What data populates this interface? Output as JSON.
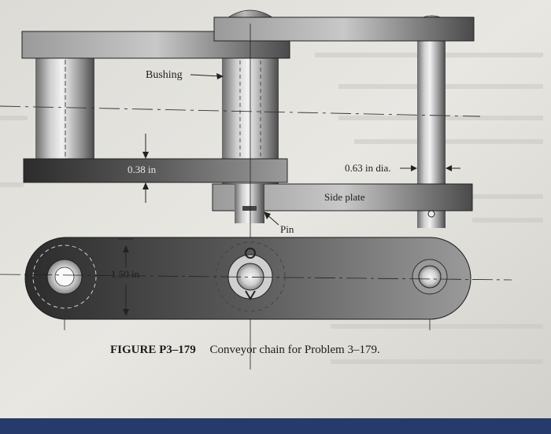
{
  "labels": {
    "bushing": "Bushing",
    "thickness": "0.38 in",
    "pin_dia": "0.63 in dia.",
    "side_plate": "Side plate",
    "pin": "Pin",
    "pitch": "1.50 in"
  },
  "caption": {
    "figure_number": "FIGURE P3–179",
    "text": "Conveyor chain for Problem 3–179."
  },
  "colors": {
    "page": "#e6e5e0",
    "plate_dark": "#3a3a3a",
    "metal_light": "#e4e4e4",
    "line": "#1e1e1e"
  }
}
